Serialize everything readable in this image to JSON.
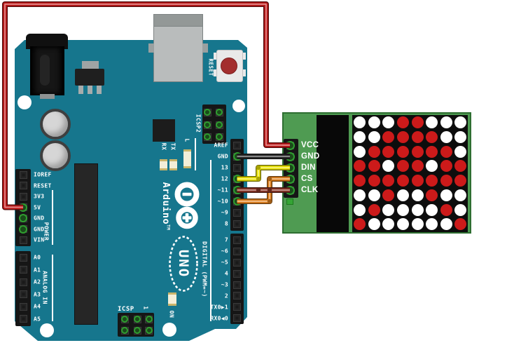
{
  "arduino": {
    "board_color": "#16768d",
    "name_vertical": "Arduino",
    "trademark": "TM",
    "logo_label": "UNO",
    "reset_label": "RESET",
    "icsp2_label": "ICSP2",
    "icsp_label": "ICSP",
    "icsp_pin1_label": "1",
    "on_label": "ON",
    "led_label": "L",
    "rx_label": "RX",
    "tx_label": "TX",
    "digital_label": "DIGITAL (PWM=~)",
    "analog_label": "ANALOG IN",
    "power_label": "POWER",
    "power_pins": [
      "IOREF",
      "RESET",
      "3V3",
      "5V",
      "GND",
      "GND",
      "VIN"
    ],
    "analog_pins": [
      "A0",
      "A1",
      "A2",
      "A3",
      "A4",
      "A5"
    ],
    "digital_pins_upper": [
      "AREF",
      "GND",
      "13",
      "12",
      "~11",
      "~10",
      "~9",
      "8"
    ],
    "digital_pins_lower": [
      "7",
      "~6",
      "~5",
      "4",
      "~3",
      "2",
      "TX0▶1",
      "RX0◀0"
    ]
  },
  "matrix_module": {
    "board_color": "#4f9b52",
    "pin_labels": [
      "VCC",
      "GND",
      "DIN",
      "CS",
      "CLK"
    ],
    "led_on_color": "#cc1a1a",
    "led_off_color": "#ffffff",
    "pattern_rows": [
      "WWWRRWWW",
      "WWRRRRWW",
      "WRRRRRRW",
      "RRWRRWRR",
      "RRRRRRRR",
      "WWRWWRWW",
      "WRWWWWRW",
      "RWWWWWWR"
    ]
  },
  "wires": [
    {
      "id": "power",
      "color_name": "red",
      "hex": "#c01a1a",
      "from": "Arduino 5V",
      "to": "Matrix VCC"
    },
    {
      "id": "ground",
      "color_name": "black",
      "hex": "#2a2a2a",
      "from": "Arduino GND",
      "to": "Matrix GND"
    },
    {
      "id": "data",
      "color_name": "yellow",
      "hex": "#ece400",
      "from": "Arduino 12",
      "to": "Matrix DIN"
    },
    {
      "id": "clock",
      "color_name": "brown",
      "hex": "#8a3526",
      "from": "Arduino ~11",
      "to": "Matrix CLK"
    },
    {
      "id": "chip-select",
      "color_name": "orange",
      "hex": "#e0811e",
      "from": "Arduino ~10",
      "to": "Matrix CS"
    }
  ]
}
